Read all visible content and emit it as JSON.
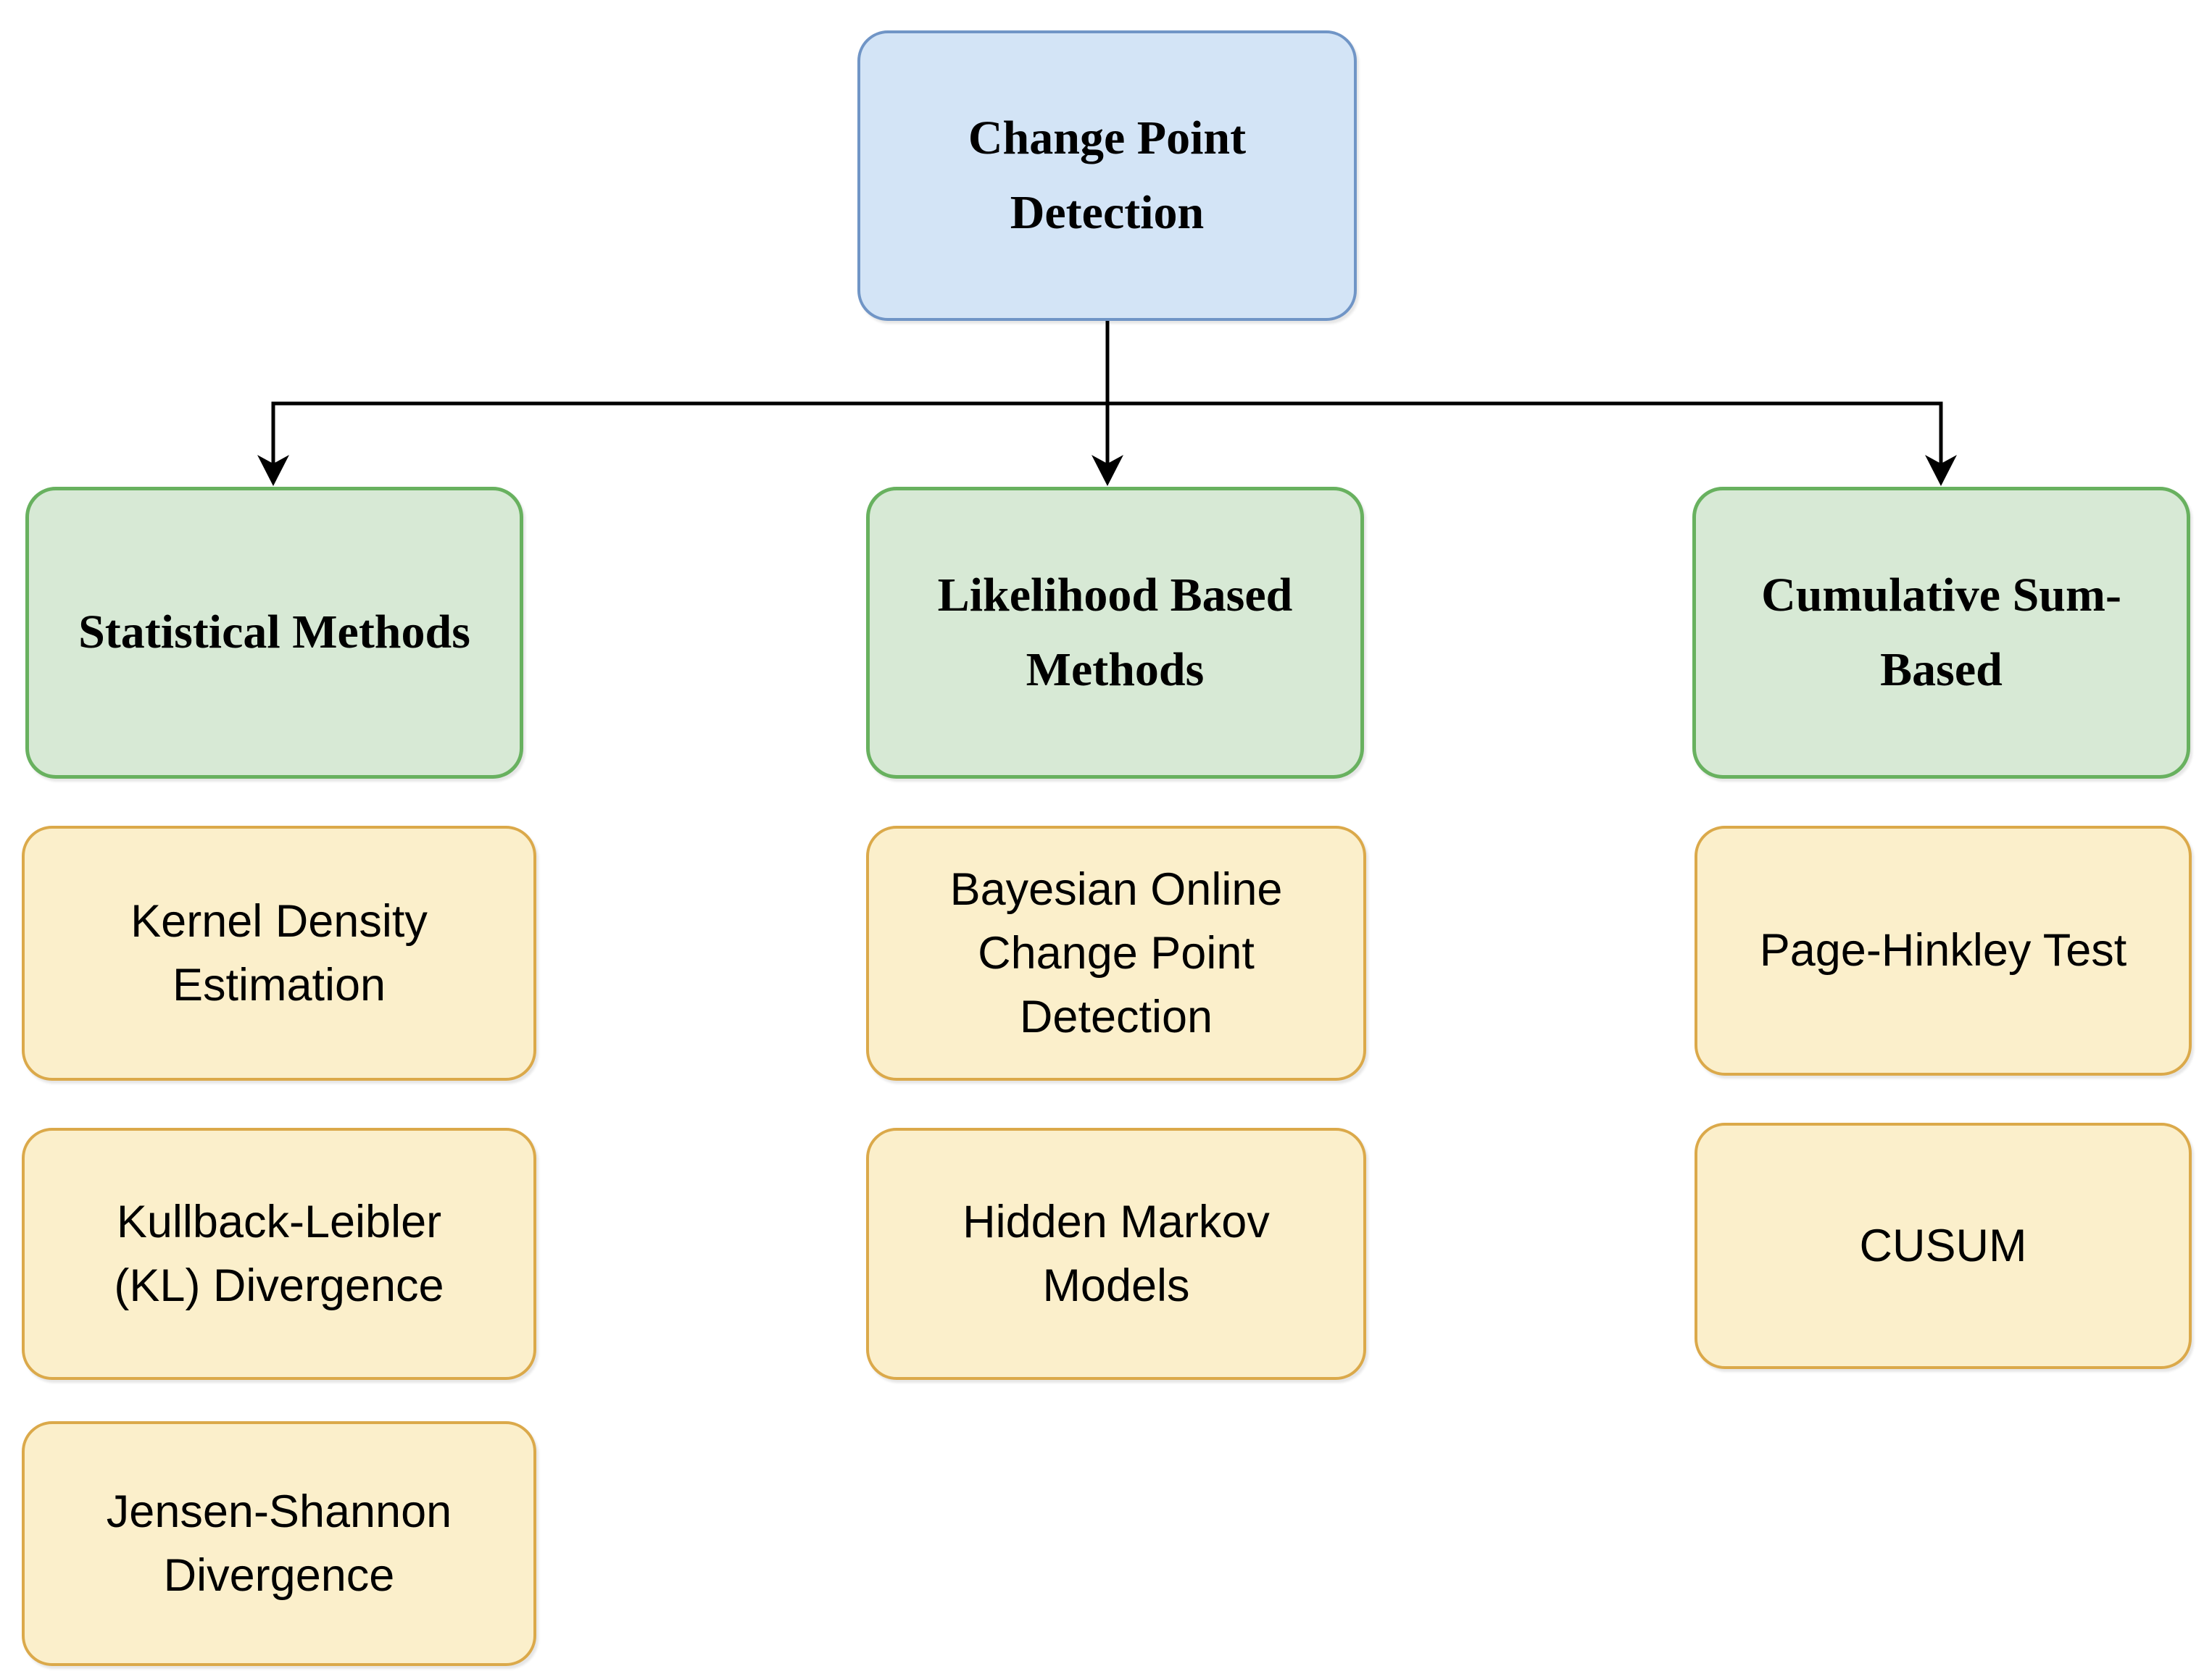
{
  "diagram": {
    "root": {
      "label": "Change Point Detection"
    },
    "columns": [
      {
        "header": {
          "label": "Statistical Methods"
        },
        "children": [
          {
            "label": "Kernel Density Estimation"
          },
          {
            "label": "Kullback-Leibler (KL) Divergence"
          },
          {
            "label": "Jensen-Shannon Divergence"
          }
        ]
      },
      {
        "header": {
          "label": "Likelihood Based Methods"
        },
        "children": [
          {
            "label": "Bayesian Online Change Point Detection"
          },
          {
            "label": "Hidden Markov Models"
          }
        ]
      },
      {
        "header": {
          "label": "Cumulative Sum-Based"
        },
        "children": [
          {
            "label": "Page-Hinkley Test"
          },
          {
            "label": "CUSUM"
          }
        ]
      }
    ],
    "colors": {
      "root_fill": "#d3e4f6",
      "root_border": "#7095c6",
      "category_fill": "#d7e9d5",
      "category_border": "#68b15f",
      "leaf_fill": "#fbefcb",
      "leaf_border": "#dba94a",
      "connector": "#000000"
    }
  }
}
